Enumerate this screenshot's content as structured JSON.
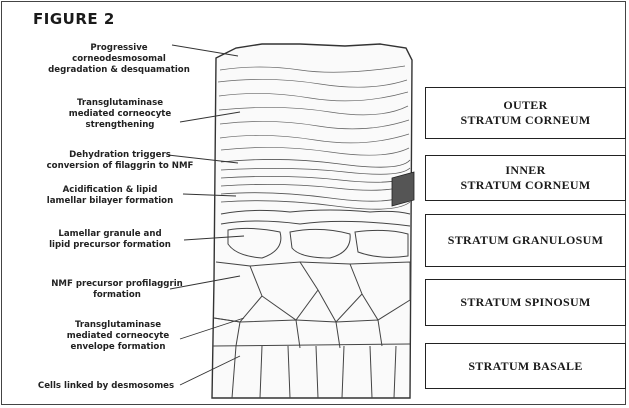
{
  "figure": {
    "title": "FIGURE 2"
  },
  "annotations": [
    {
      "id": "desquamation",
      "text": "Progressive\ncorneodesmosomal\ndegradation & desquamation"
    },
    {
      "id": "transglutaminase-strengthening",
      "text": "Transglutaminase\nmediated corneocyte\nstrengthening"
    },
    {
      "id": "dehydration",
      "text": "Dehydration triggers\nconversion of filaggrin to NMF"
    },
    {
      "id": "acidification",
      "text": "Acidification & lipid\nlamellar bilayer formation"
    },
    {
      "id": "lamellar-granule",
      "text": "Lamellar granule and\nlipid precursor formation"
    },
    {
      "id": "nmf-precursor",
      "text": "NMF precursor profilaggrin\nformation"
    },
    {
      "id": "envelope-formation",
      "text": "Transglutaminase\nmediated corneocyte\nenvelope formation"
    },
    {
      "id": "desmosomes",
      "text": "Cells linked by desmosomes"
    }
  ],
  "layers": [
    {
      "id": "outer-sc",
      "text": "OUTER\nSTRATUM CORNEUM"
    },
    {
      "id": "inner-sc",
      "text": "INNER\nSTRATUM CORNEUM"
    },
    {
      "id": "granulosum",
      "text": "STRATUM GRANULOSUM"
    },
    {
      "id": "spinosum",
      "text": "STRATUM SPINOSUM"
    },
    {
      "id": "basale",
      "text": "STRATUM BASALE"
    }
  ]
}
